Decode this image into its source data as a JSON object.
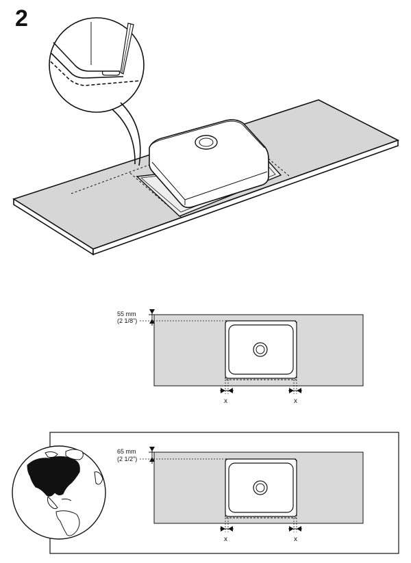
{
  "step": {
    "number": "2"
  },
  "diagram_top": {
    "offset_value": "55 mm",
    "offset_imperial": "(2 1/8\")",
    "gap_label_left": "x",
    "gap_label_right": "x"
  },
  "diagram_bottom": {
    "offset_value": "65 mm",
    "offset_imperial": "(2 1/2\")",
    "gap_label_left": "x",
    "gap_label_right": "x",
    "region_icon": "globe-north-america-icon"
  },
  "colors": {
    "countertop_fill": "#d9d9d9",
    "line": "#111111",
    "region_highlight": "#111111"
  }
}
